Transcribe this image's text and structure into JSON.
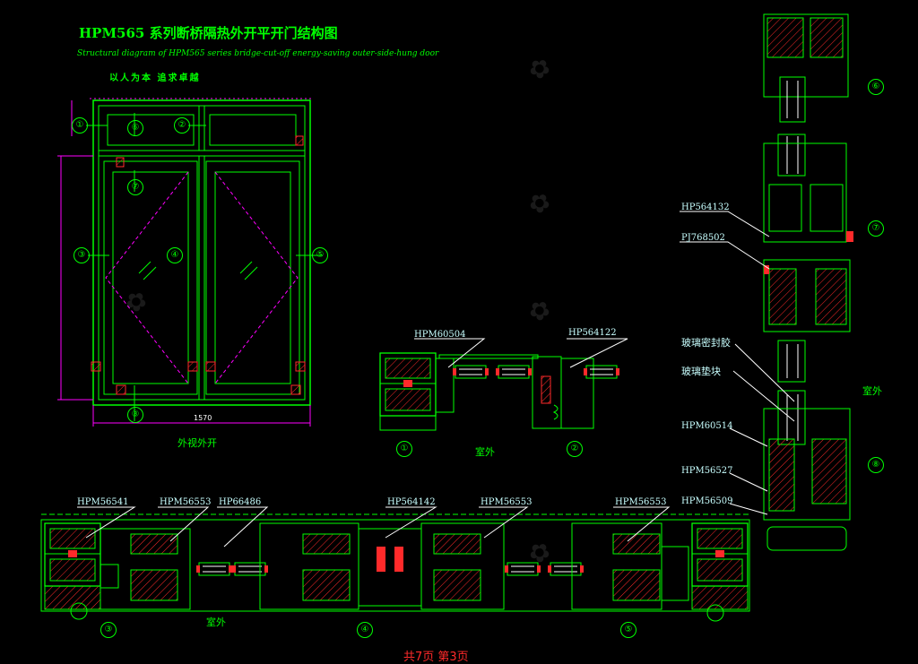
{
  "title": "HPM565  系列断桥隔热外开平开门结构图",
  "subtitle": "Structural diagram of HPM565 series bridge-cut-off energy-saving outer-side-hung door",
  "slogan": "以人为本 追求卓越",
  "elevation_caption": "外视外开",
  "elevation_width": "1570",
  "section_markers": [
    "①",
    "②",
    "③",
    "④",
    "⑤",
    "⑥",
    "⑦",
    "⑧"
  ],
  "labels": {
    "hpm60504": "HPM60504",
    "hp564122": "HP564122",
    "hpm56541": "HPM56541",
    "hpm56553_a": "HPM56553",
    "hp66486": "HP66486",
    "hp564142": "HP564142",
    "hpm56553_b": "HPM56553",
    "hpm56553_c": "HPM56553",
    "hp564132": "HP564132",
    "pj768502": "PJ768502",
    "glass_seal": "玻璃密封胶",
    "glass_block": "玻璃垫块",
    "hpm60514": "HPM60514",
    "hpm56527": "HPM56527",
    "hpm56509": "HPM56509"
  },
  "outdoor": "室外",
  "footer": "共7页   第3页",
  "colors": {
    "background": "#000000",
    "line": "#00ff00",
    "magenta": "#ff00ff",
    "red": "#ff2a2a",
    "white": "#ffffff"
  }
}
